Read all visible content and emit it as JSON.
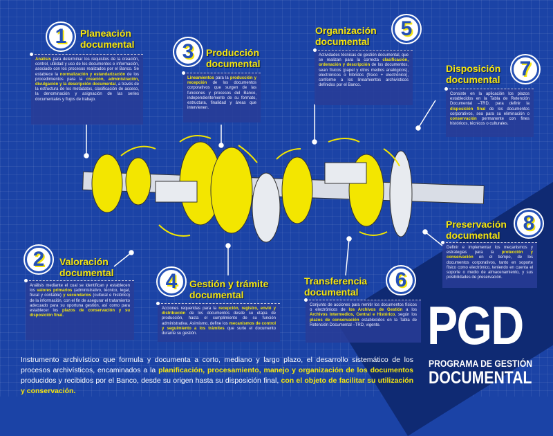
{
  "steps": [
    {
      "num": "1",
      "title": "Planeación documental",
      "text": [
        {
          "t": "Análisis",
          "hl": true
        },
        {
          "t": " para determinar los requisitos de la creación, control, utilidad y uso de los documentos e información, asociado con los procesos realizados por el Banco. Se establece la "
        },
        {
          "t": "normalización y estandarización",
          "hl": true
        },
        {
          "t": " de los procedimientos para la "
        },
        {
          "t": "creación, administración, divulgación y la descripción documental",
          "hl": true
        },
        {
          "t": ", a través de la estructura de los metadatos, clasificación de acceso, la denominación y asignación de las series documentales y flujos de trabajo."
        }
      ]
    },
    {
      "num": "2",
      "title": "Valoración documental",
      "text": [
        {
          "t": "Análisis mediante el cual se identifican y establecen los "
        },
        {
          "t": "valores primarios",
          "hl": true
        },
        {
          "t": " (administrativo, técnico, legal, fiscal y contable) "
        },
        {
          "t": "y secundarios",
          "hl": true
        },
        {
          "t": " (cultural e histórico) de la información, con el fin de asegurar el tratamiento adecuado para su oportuna gestión, así como para establecer los "
        },
        {
          "t": "plazos de conservación y su disposición final.",
          "hl": true
        }
      ]
    },
    {
      "num": "3",
      "title": "Producción documental",
      "text": [
        {
          "t": "Lineamientos",
          "hl": true
        },
        {
          "t": " para la "
        },
        {
          "t": "producción y recepción",
          "hl": true
        },
        {
          "t": " de los documentos corporativos que surgen de las funciones y procesos del Banco, independientemente de su formato, estructura, finalidad y áreas que intervienen."
        }
      ]
    },
    {
      "num": "4",
      "title": "Gestión y trámite documental",
      "text": [
        {
          "t": "Acciones requeridas para la "
        },
        {
          "t": "recepción, registro, envió y distribución",
          "hl": true
        },
        {
          "t": " de los documentos desde su etapa de producción, hasta el cumplimiento de su función administrativa. Asimismo, define los "
        },
        {
          "t": "mecanismos de control y seguimiento a los trámites",
          "hl": true
        },
        {
          "t": " que surte el documento durante su gestión."
        }
      ]
    },
    {
      "num": "5",
      "title": "Organización documental",
      "text": [
        {
          "t": "Actividades técnicas de gestión documental, que se realizan para la correcta "
        },
        {
          "t": "clasificación, ordenación y descripción",
          "hl": true
        },
        {
          "t": " de los documentos, sean físicos (papel y otros medios analógicos), electrónicos o híbridos (físico + electrónico), conforme a los lineamientos archivísticos definidos por el Banco."
        }
      ]
    },
    {
      "num": "6",
      "title": "Transferencia documental",
      "text": [
        {
          "t": "Conjunto de acciones para remitir los documentos físicos o electrónicos de "
        },
        {
          "t": "los Archivos de Gestión",
          "hl": true
        },
        {
          "t": " a los "
        },
        {
          "t": "Archivos Intermedios, Central e Histórico",
          "hl": true
        },
        {
          "t": ", según los "
        },
        {
          "t": "plazos de conservación",
          "hl": true
        },
        {
          "t": " establecidos en la Tabla de Retención Documental –TRD, vigente."
        }
      ]
    },
    {
      "num": "7",
      "title": "Disposición documental",
      "text": [
        {
          "t": "Consiste en la aplicación los plazos establecidos en la Tabla de Retención Documental –TRD, para definir la "
        },
        {
          "t": "disposición final",
          "hl": true
        },
        {
          "t": " de los documentos corporativos, sea para su eliminación o "
        },
        {
          "t": "conservación",
          "hl": true
        },
        {
          "t": " permanente con fines históricos, técnicos o culturales."
        }
      ]
    },
    {
      "num": "8",
      "title": "Preservación documental",
      "text": [
        {
          "t": "Definir e implementar los mecanismos y estrategias para la "
        },
        {
          "t": "protección y conservación",
          "hl": true
        },
        {
          "t": " en el tiempo, de los documentos corporativos, tanto en soporte físico como electrónico, teniendo en cuenta el soporte o medio de almacenamiento, y sus posibilidades de preservación."
        }
      ]
    }
  ],
  "footer": [
    {
      "t": "Instrumento archivístico que formula y documenta a corto, mediano y largo plazo, el desarrollo sistemático de los procesos archivísticos, encaminados a la "
    },
    {
      "t": "planificación, procesamiento, manejo y organización de los documentos",
      "hl": true
    },
    {
      "t": " producidos y recibidos por el Banco, desde su origen hasta su disposición final, "
    },
    {
      "t": "con el objeto de facilitar su utilización y conservación.",
      "hl": true
    }
  ],
  "logo": {
    "acronym": "PGD",
    "line1": "PROGRAMA DE GESTIÓN",
    "line2": "DOCUMENTAL"
  },
  "colors": {
    "background": "#1b43a6",
    "accent": "#f5e60f"
  }
}
